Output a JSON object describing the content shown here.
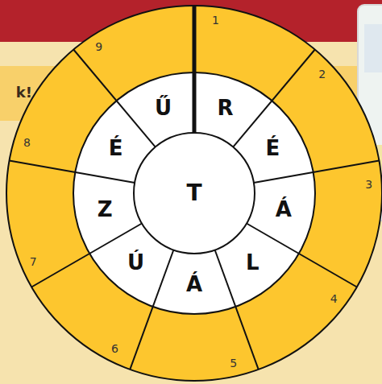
{
  "diagram": {
    "nodes": [
      {
        "text": [
          "T"
        ]
      },
      {
        "text": [
          "R"
        ]
      },
      {
        "text": [
          "É"
        ]
      },
      {
        "text": [
          "Á"
        ]
      },
      {
        "text": [
          "L"
        ]
      },
      {
        "text": [
          "Á"
        ]
      },
      {
        "text": [
          "Ú"
        ]
      },
      {
        "text": [
          "Z"
        ]
      },
      {
        "text": [
          "É"
        ]
      },
      {
        "text": [
          "Ű"
        ]
      }
    ],
    "labels": [
      "1",
      "2",
      "3",
      "4",
      "5",
      "6",
      "7",
      "8",
      "9",
      "k!"
    ]
  }
}
